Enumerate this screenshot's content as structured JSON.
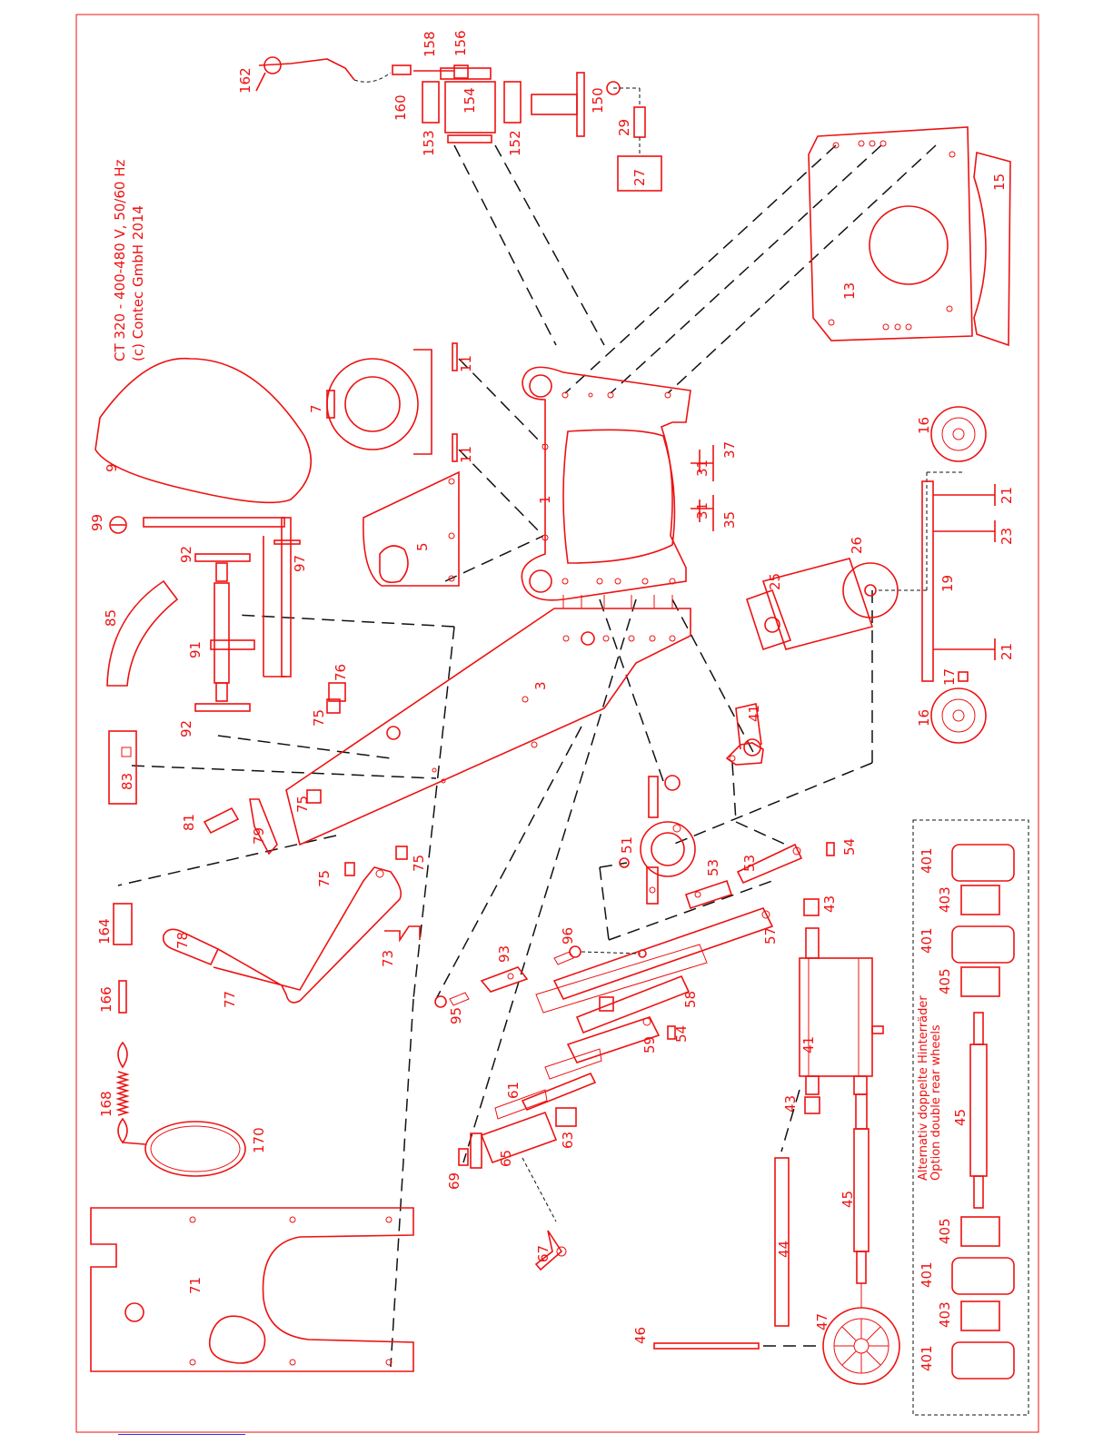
{
  "drawing": {
    "title_line1": "CT 320 - 400-480 V, 50/60 Hz",
    "title_line2": "(c) Contec GmbH 2014",
    "option_line1": "Alternativ doppelte Hinterräder",
    "option_line2": "Option double rear wheels"
  },
  "colors": {
    "parts": "#e11",
    "leader_lines": "#111",
    "highlight_cyan": "#2bd",
    "highlight_green": "#5d5"
  },
  "part_labels": {
    "p1": "1",
    "p3": "3",
    "p5": "5",
    "p7": "7",
    "p9": "9",
    "p11a": "11",
    "p11b": "11",
    "p13": "13",
    "p15": "15",
    "p16a": "16",
    "p16b": "16",
    "p17": "17",
    "p19": "19",
    "p21a": "21",
    "p21b": "21",
    "p23": "23",
    "p25": "25",
    "p26": "26",
    "p27": "27",
    "p29": "29",
    "p31a": "31",
    "p31b": "31",
    "p35": "35",
    "p37": "37",
    "p41a": "41",
    "p41b": "41",
    "p43a": "43",
    "p43b": "43",
    "p44": "44",
    "p45a": "45",
    "p45b": "45",
    "p46": "46",
    "p47": "47",
    "p51": "51",
    "p53a": "53",
    "p53b": "53",
    "p54a": "54",
    "p54b": "54",
    "p57": "57",
    "p58": "58",
    "p59": "59",
    "p61": "61",
    "p63": "63",
    "p65": "65",
    "p67": "67",
    "p69": "69",
    "p71": "71",
    "p73": "73",
    "p75a": "75",
    "p75b": "75",
    "p75c": "75",
    "p75d": "75",
    "p76": "76",
    "p77": "77",
    "p78": "78",
    "p79": "79",
    "p81": "81",
    "p83": "83",
    "p85": "85",
    "p91": "91",
    "p92a": "92",
    "p92b": "92",
    "p93": "93",
    "p95": "95",
    "p96": "96",
    "p97": "97",
    "p99": "99",
    "p150": "150",
    "p152": "152",
    "p153": "153",
    "p154": "154",
    "p156": "156",
    "p158": "158",
    "p160": "160",
    "p162": "162",
    "p164": "164",
    "p166": "166",
    "p168": "168",
    "p170": "170",
    "p401a": "401",
    "p401b": "401",
    "p401c": "401",
    "p401d": "401",
    "p403a": "403",
    "p403b": "403",
    "p405a": "405",
    "p405b": "405"
  }
}
